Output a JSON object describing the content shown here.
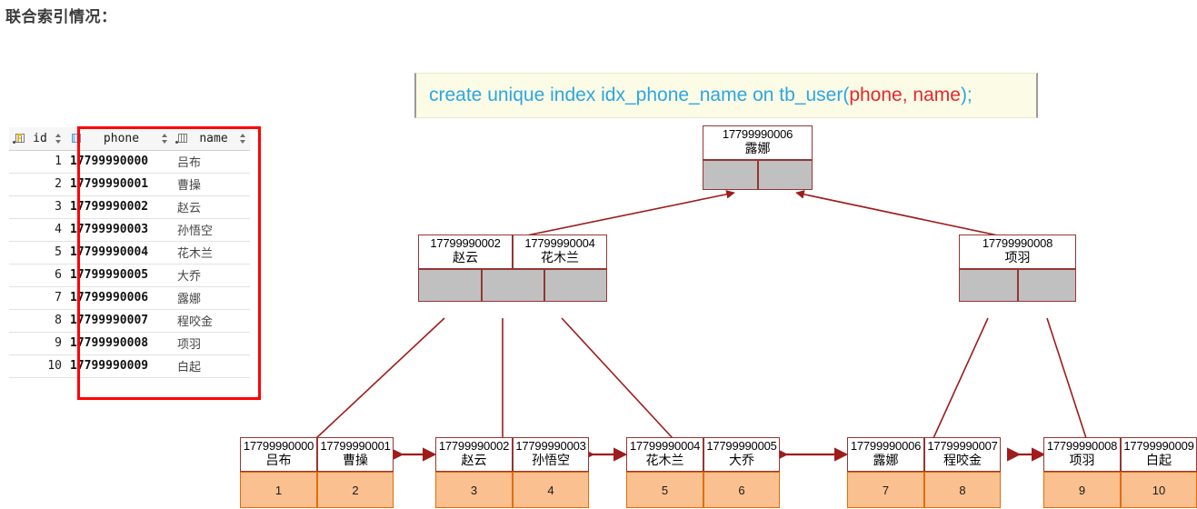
{
  "page_title": "联合索引情况：",
  "sql": {
    "prefix": "create unique index idx_phone_name on tb_user(",
    "highlight": "phone, name",
    "suffix": ");",
    "blue_color": "#2BA6E0",
    "red_color": "#E8262B"
  },
  "table": {
    "columns": [
      {
        "label": "id",
        "icon": "key-column-icon"
      },
      {
        "label": "phone",
        "icon": "indexed-column-icon"
      },
      {
        "label": "name",
        "icon": "column-icon"
      }
    ],
    "rows": [
      {
        "id": "1",
        "phone": "17799990000",
        "name": "吕布"
      },
      {
        "id": "2",
        "phone": "17799990001",
        "name": "曹操"
      },
      {
        "id": "3",
        "phone": "17799990002",
        "name": "赵云"
      },
      {
        "id": "4",
        "phone": "17799990003",
        "name": "孙悟空"
      },
      {
        "id": "5",
        "phone": "17799990004",
        "name": "花木兰"
      },
      {
        "id": "6",
        "phone": "17799990005",
        "name": "大乔"
      },
      {
        "id": "7",
        "phone": "17799990006",
        "name": "露娜"
      },
      {
        "id": "8",
        "phone": "17799990007",
        "name": "程咬金"
      },
      {
        "id": "9",
        "phone": "17799990008",
        "name": "项羽"
      },
      {
        "id": "10",
        "phone": "17799990009",
        "name": "白起"
      }
    ],
    "highlight_color": "#FF0000"
  },
  "tree": {
    "border_color": "#943634",
    "pointer_color": "#C0C0C0",
    "leaf_value_fill": "#FAC090",
    "leaf_value_border": "#E36C0A",
    "root": {
      "keys": [
        {
          "phone": "17799990006",
          "name": "露娜"
        }
      ],
      "pointers": 2
    },
    "internal": [
      {
        "keys": [
          {
            "phone": "17799990002",
            "name": "赵云"
          },
          {
            "phone": "17799990004",
            "name": "花木兰"
          }
        ],
        "pointers": 3
      },
      {
        "keys": [
          {
            "phone": "17799990008",
            "name": "项羽"
          }
        ],
        "pointers": 2
      }
    ],
    "leaves": [
      {
        "entries": [
          {
            "phone": "17799990000",
            "name": "吕布",
            "id": "1"
          },
          {
            "phone": "17799990001",
            "name": "曹操",
            "id": "2"
          }
        ]
      },
      {
        "entries": [
          {
            "phone": "17799990002",
            "name": "赵云",
            "id": "3"
          },
          {
            "phone": "17799990003",
            "name": "孙悟空",
            "id": "4"
          }
        ]
      },
      {
        "entries": [
          {
            "phone": "17799990004",
            "name": "花木兰",
            "id": "5"
          },
          {
            "phone": "17799990005",
            "name": "大乔",
            "id": "6"
          }
        ]
      },
      {
        "entries": [
          {
            "phone": "17799990006",
            "name": "露娜",
            "id": "7"
          },
          {
            "phone": "17799990007",
            "name": "程咬金",
            "id": "8"
          }
        ]
      },
      {
        "entries": [
          {
            "phone": "17799990008",
            "name": "项羽",
            "id": "9"
          },
          {
            "phone": "17799990009",
            "name": "白起",
            "id": "10"
          }
        ]
      }
    ]
  }
}
